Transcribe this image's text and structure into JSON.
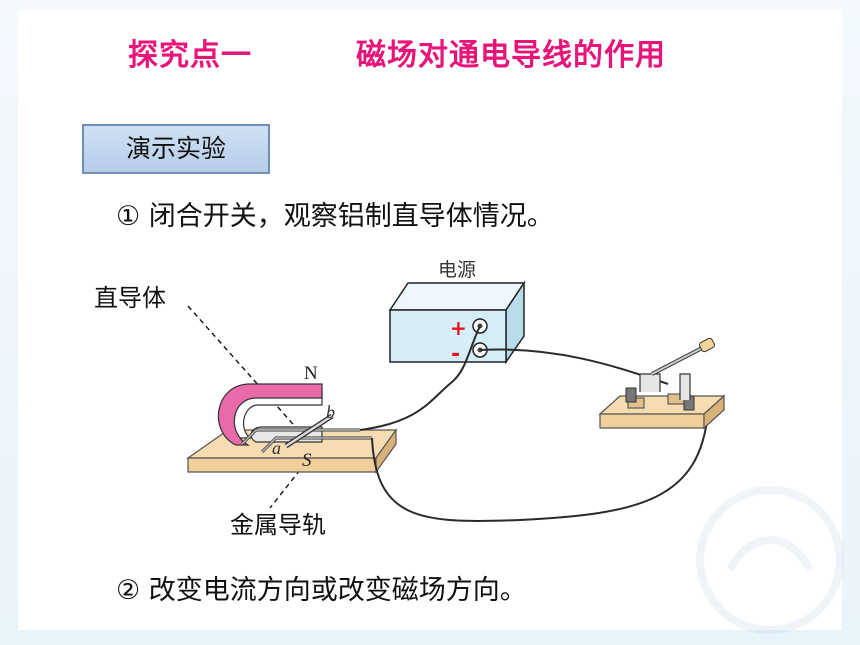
{
  "title": {
    "left": "探究点一",
    "right": "磁场对通电导线的作用"
  },
  "demo_label": "演示实验",
  "steps": [
    "① 闭合开关，观察铝制直导体情况。",
    "② 改变电流方向或改变磁场方向。"
  ],
  "diagram": {
    "power_label": "电源",
    "plus": "+",
    "minus": "-",
    "north": "N",
    "south": "S",
    "point_a": "a",
    "point_b": "b",
    "callout_conductor": "直导体",
    "callout_rails": "金属导轨"
  },
  "colors": {
    "title": "#e8147a",
    "label_box": "#c3d6ee",
    "power_supply": "#d6eef8",
    "magnet_pink": "#e86aa8",
    "base_wood": "#f1cf9b"
  }
}
